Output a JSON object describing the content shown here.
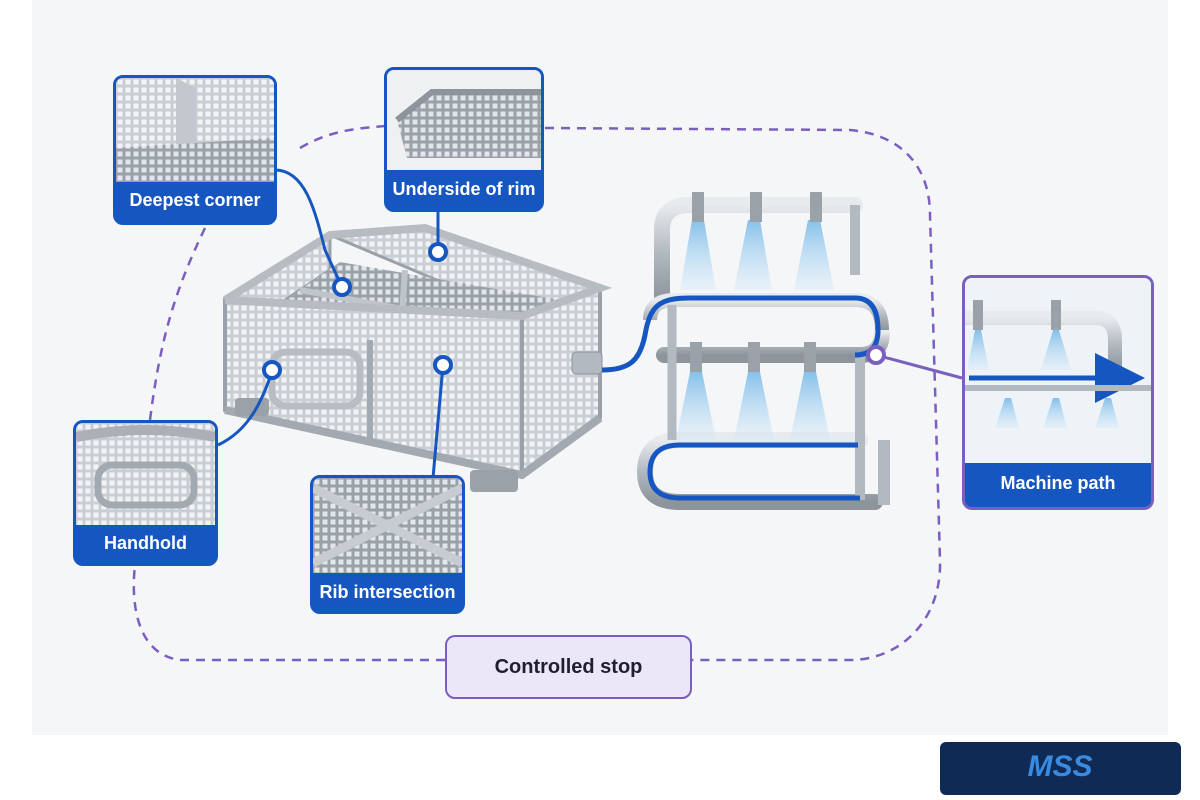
{
  "callouts": {
    "deepest_corner": "Deepest corner",
    "underside_rim": "Underside of rim",
    "handhold": "Handhold",
    "rib_intersection": "Rib intersection",
    "machine_path": "Machine path"
  },
  "controlled_stop": "Controlled stop",
  "logo": {
    "text": "MSS"
  },
  "colors": {
    "callout_blue": "#1556c0",
    "path_purple": "#7b5fc0",
    "stop_fill": "#ece7f8",
    "steel": "#a9afb6",
    "spray": "#8fc6f0"
  }
}
